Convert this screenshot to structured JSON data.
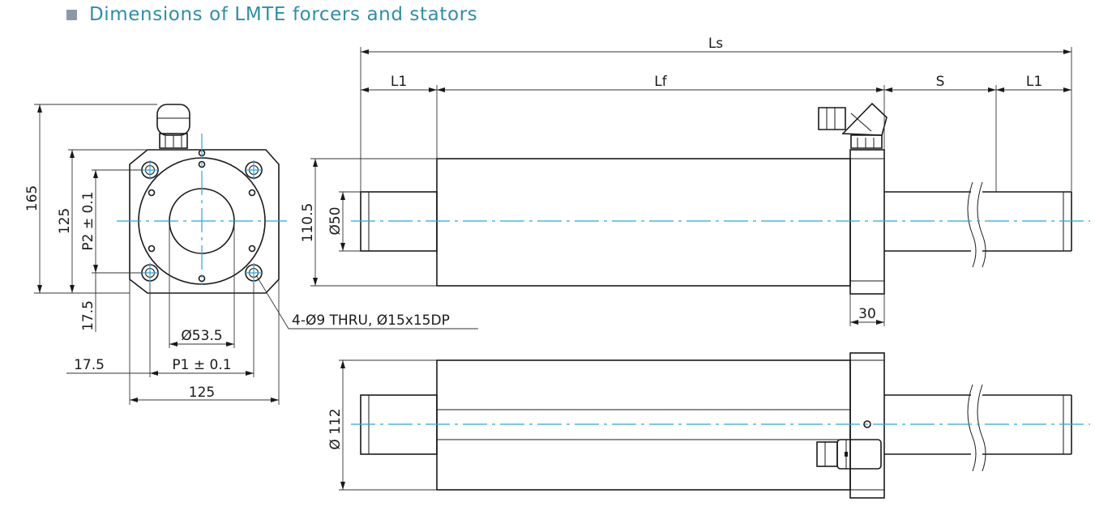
{
  "heading": {
    "text": "Dimensions of LMTE forcers and stators"
  },
  "dims": {
    "Ls": "Ls",
    "L1_left": "L1",
    "Lf": "Lf",
    "S": "S",
    "L1_right": "L1",
    "h165": "165",
    "h125": "125",
    "p2": "P2 ± 0.1",
    "v17_5": "17.5",
    "h17_5": "17.5",
    "d53_5": "Ø53.5",
    "p1": "P1 ± 0.1",
    "w125": "125",
    "holes": "4-Ø9 THRU, Ø15x15DP",
    "h110_5": "110.5",
    "d50": "Ø50",
    "w30": "30",
    "d112": "Ø 112"
  }
}
